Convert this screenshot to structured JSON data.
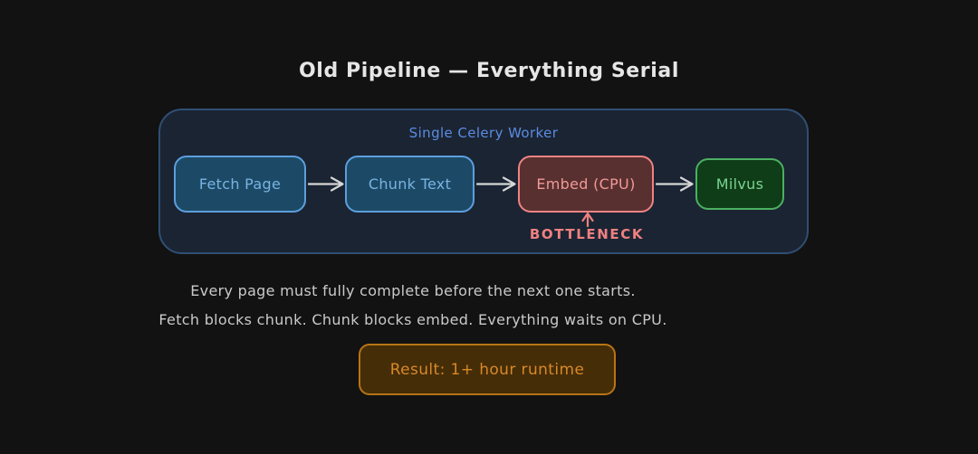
{
  "page": {
    "background_color": "#121212"
  },
  "title": "Old Pipeline — Everything Serial",
  "worker_group": {
    "label": "Single Celery Worker",
    "label_color": "#5b8ce0",
    "border_color": "#2f4f74",
    "fill_color": "#1b2433"
  },
  "pipeline": {
    "arrow_color": "#d6d6d6",
    "nodes": [
      {
        "id": "fetch-page",
        "label": "Fetch Page",
        "border_color": "#5c9fdd",
        "fill_color": "#1c4a66",
        "text_color": "#79b3e3"
      },
      {
        "id": "chunk-text",
        "label": "Chunk Text",
        "border_color": "#5c9fdd",
        "fill_color": "#1c4a66",
        "text_color": "#79b3e3"
      },
      {
        "id": "embed-cpu",
        "label": "Embed (CPU)",
        "border_color": "#ee8383",
        "fill_color": "#58302f",
        "text_color": "#f19999"
      },
      {
        "id": "milvus",
        "label": "Milvus",
        "border_color": "#4cb062",
        "fill_color": "#0f3d18",
        "text_color": "#7bd391"
      }
    ]
  },
  "bottleneck": {
    "label": "BOTTLENECK",
    "color": "#ef8080",
    "points_to": "embed-cpu"
  },
  "notes": [
    "Every page must fully complete before the next one starts.",
    "Fetch blocks chunk. Chunk blocks embed. Everything waits on CPU."
  ],
  "result": {
    "label": "Result: 1+ hour runtime",
    "border_color": "#b87416",
    "fill_color": "#452d07",
    "text_color": "#d8882a"
  }
}
